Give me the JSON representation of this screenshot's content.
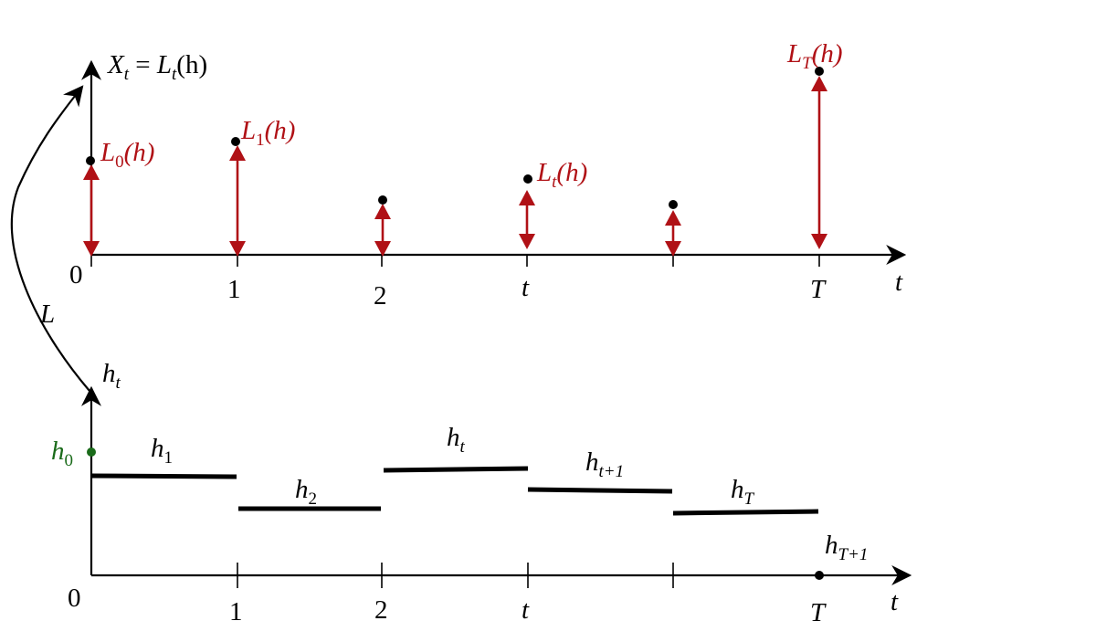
{
  "top_axis": {
    "y_label": {
      "base": "X",
      "sub": "t",
      "eq": " = ",
      "fn": "L",
      "fnsub": "t",
      "arg": "(h)"
    },
    "x_label": "t",
    "origin": "0",
    "ticks": [
      "1",
      "2",
      "t",
      "",
      "T"
    ],
    "stems": [
      {
        "label_fn": "L",
        "label_sub": "0",
        "label_arg": "(h)"
      },
      {
        "label_fn": "L",
        "label_sub": "1",
        "label_arg": "(h)"
      },
      {
        "label_fn": "",
        "label_sub": "",
        "label_arg": ""
      },
      {
        "label_fn": "L",
        "label_sub": "t",
        "label_arg": "(h)"
      },
      {
        "label_fn": "",
        "label_sub": "",
        "label_arg": ""
      },
      {
        "label_fn": "L",
        "label_sub": "T",
        "label_arg": "(h)"
      }
    ]
  },
  "bottom_axis": {
    "y_label": {
      "base": "h",
      "sub": "t"
    },
    "x_label": "t",
    "origin": "0",
    "ticks": [
      "1",
      "2",
      "t",
      "",
      "T"
    ],
    "start_point": {
      "base": "h",
      "sub": "0"
    },
    "end_point": {
      "base": "h",
      "sub": "T+1"
    },
    "segments": [
      {
        "base": "h",
        "sub": "1"
      },
      {
        "base": "h",
        "sub": "2"
      },
      {
        "base": "h",
        "sub": "t"
      },
      {
        "base": "h",
        "sub": "t+1"
      },
      {
        "base": "h",
        "sub": "T"
      }
    ]
  },
  "mapping": {
    "label": "L"
  },
  "colors": {
    "stem": "#b01116",
    "start_point": "#1a6b1a",
    "axis": "#000000"
  }
}
